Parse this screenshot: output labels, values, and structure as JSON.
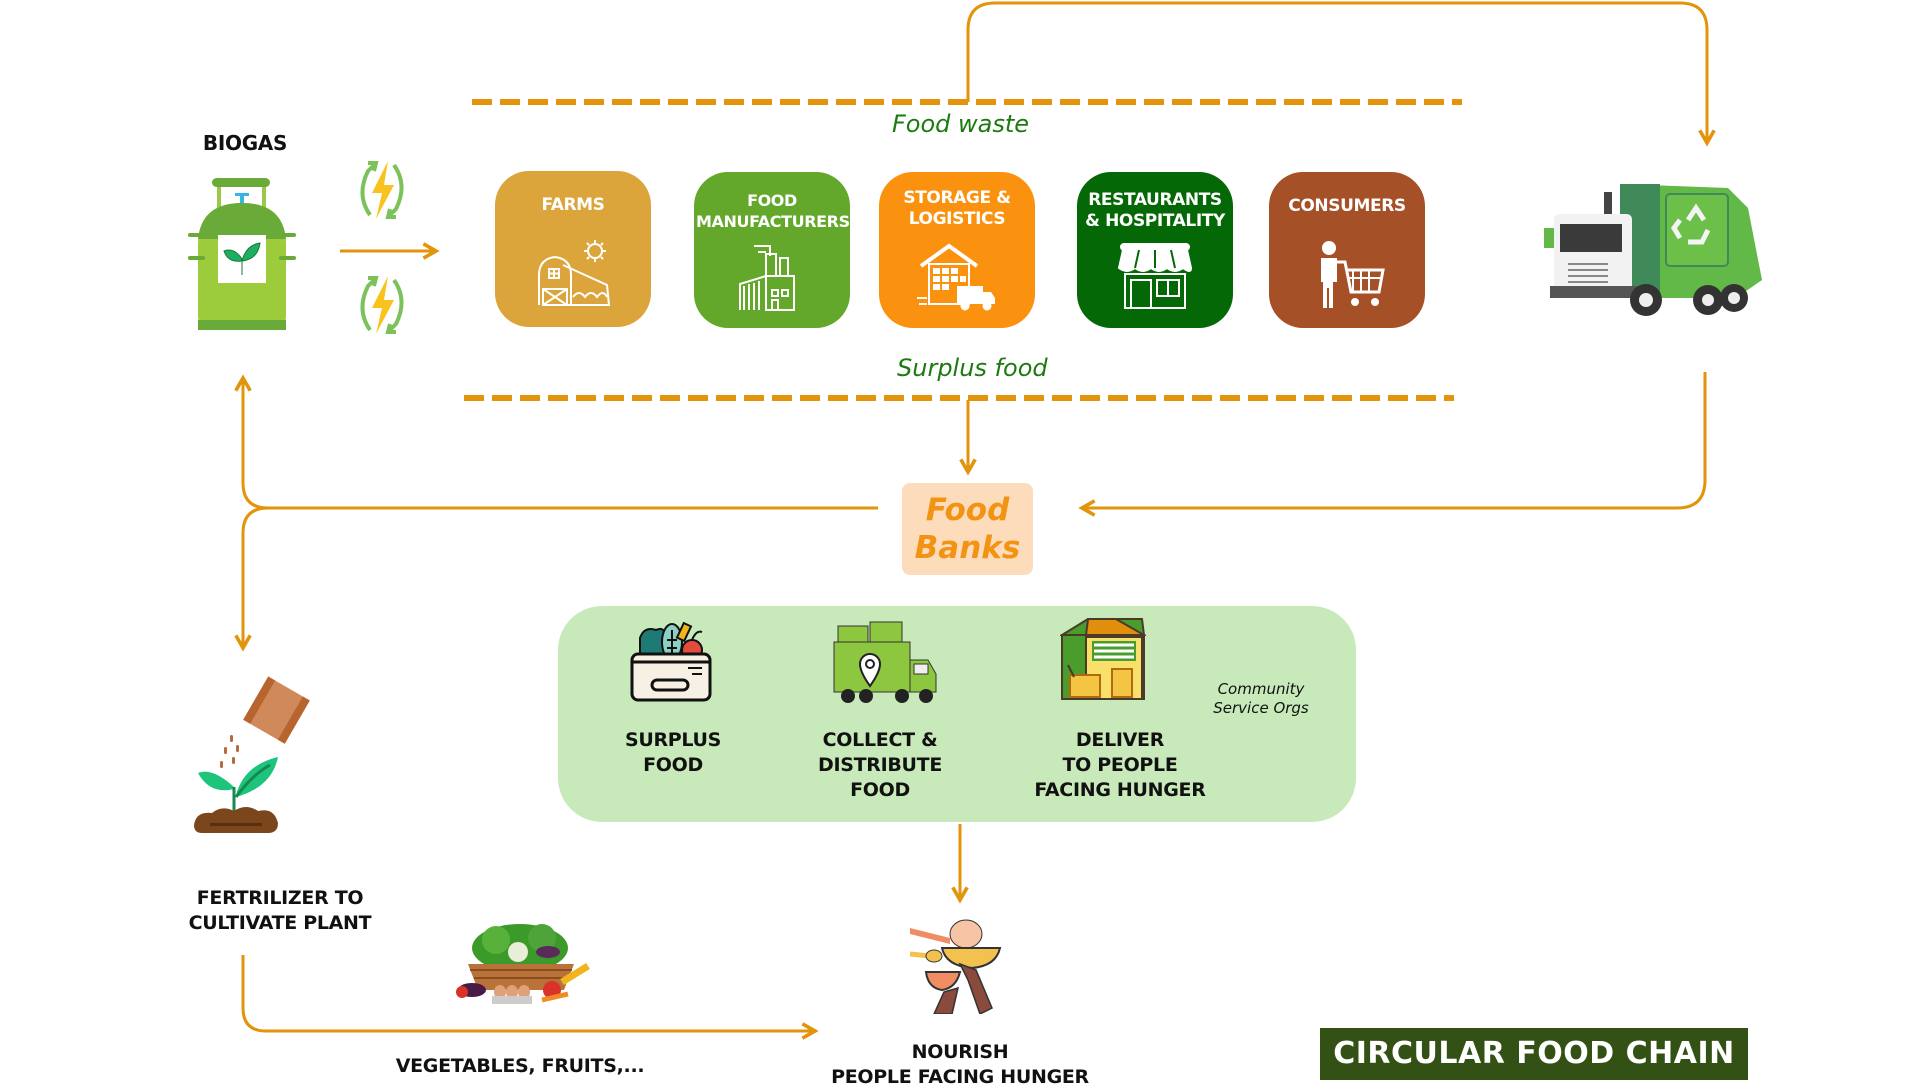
{
  "title": "CIRCULAR FOOD CHAIN",
  "biogas": {
    "label": "BIOGAS"
  },
  "labels": {
    "food_waste": "Food waste",
    "surplus_food": "Surplus food",
    "food_banks_line1": "Food",
    "food_banks_line2": "Banks"
  },
  "stages": [
    {
      "label": "FARMS",
      "color": "#dba53b"
    },
    {
      "label": "FOOD MANUFACTURERS",
      "color": "#64a82b"
    },
    {
      "label": "STORAGE & LOGISTICS",
      "color": "#fa9210"
    },
    {
      "label": "RESTAURANTS & HOSPITALITY",
      "color": "#056806"
    },
    {
      "label": "CONSUMERS",
      "color": "#a65027"
    }
  ],
  "food_bank_process": {
    "steps": [
      {
        "line1": "SURPLUS",
        "line2": "FOOD",
        "line3": ""
      },
      {
        "line1": "COLLECT &",
        "line2": "DISTRIBUTE",
        "line3": "FOOD"
      },
      {
        "line1": "DELIVER",
        "line2": "TO PEOPLE",
        "line3": "FACING HUNGER"
      }
    ],
    "note_line1": "Community",
    "note_line2": "Service Orgs"
  },
  "fertilizer": {
    "line1": "FERTRILIZER TO",
    "line2": "CULTIVATE PLANT"
  },
  "vegetables": {
    "label": "VEGETABLES, FRUITS,..."
  },
  "nourish": {
    "line1": "NOURISH",
    "line2": "PEOPLE FACING HUNGER"
  },
  "colors": {
    "arrow": "#e2950a",
    "italic_green": "#1c7a10",
    "panel": "#c8eabb",
    "food_bank_bg": "#fddcbc",
    "food_bank_text": "#f39313",
    "title_bg": "#345115"
  }
}
